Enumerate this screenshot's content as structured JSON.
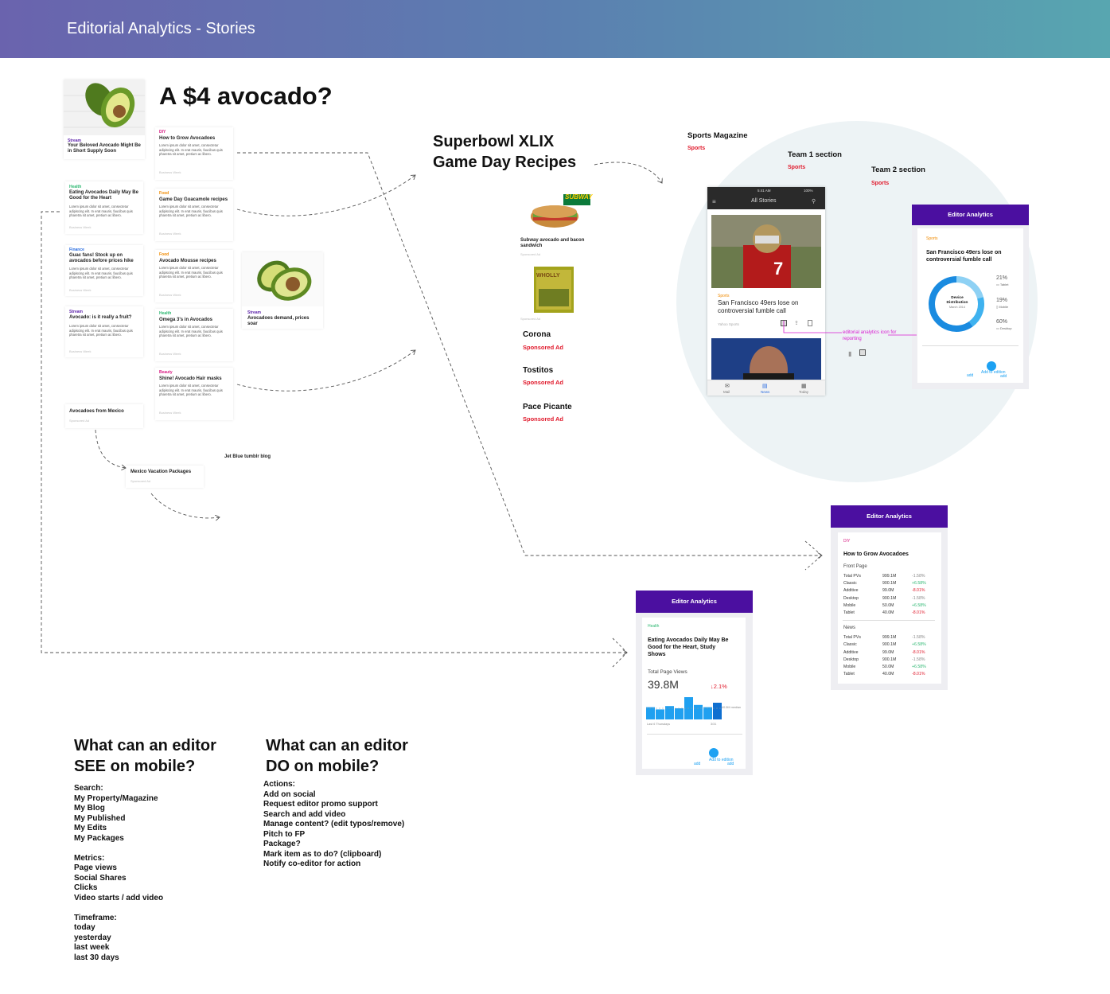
{
  "header": {
    "title": "Editorial Analytics - Stories"
  },
  "main_title": "A $4 avocado?",
  "superbowl": {
    "line1": "Superbowl XLIX",
    "line2": "Game Day Recipes"
  },
  "lorem": "Lorem ipsum dolor sit amet, consectetur adipiscing elit. In erat mauris, faucibus quis pharetra sit amet, pretium ac libero.",
  "card_footer": "Business Week",
  "stream_cards": [
    {
      "category": "Stream",
      "title": "Your Beloved Avocado Might Be in Short Supply Soon"
    },
    {
      "category": "Health",
      "title": "Eating Avocados Daily May Be Good for the Heart"
    },
    {
      "category": "Finance",
      "title": "Guac fans! Stock up on avocados before prices hike"
    },
    {
      "category": "Stream",
      "title": "Avocado: is it really a fruit?"
    },
    {
      "category": "DIY",
      "title": "How to Grow Avocadoes"
    },
    {
      "category": "Food",
      "title": "Game Day Guacamole recipes"
    },
    {
      "category": "Food",
      "title": "Avocado Mousse recipes"
    },
    {
      "category": "Health",
      "title": "Omega 3's in Avocados"
    },
    {
      "category": "Beauty",
      "title": "Shine! Avocado Hair masks"
    },
    {
      "category": "Stream",
      "title": "Avocadoes demand, prices soar"
    }
  ],
  "sponsored_cards": [
    {
      "title": "Avocadoes from Mexico",
      "label": "Sponsored Ad"
    },
    {
      "title": "Mexico Vacation Packages",
      "label": "Sponsored Ad"
    }
  ],
  "jetblue": "Jet Blue tumblr blog",
  "recipes": {
    "subway_logo": "SUBWAY",
    "subway_title": "Subway avocado and bacon sandwich",
    "subway_label": "Sponsored Ad",
    "wholly_logo": "WHOLLY",
    "wholly_label": "Sponsored Ad",
    "sponsors": [
      {
        "name": "Corona",
        "label": "Sponsored Ad"
      },
      {
        "name": "Tostitos",
        "label": "Sponsored Ad"
      },
      {
        "name": "Pace Picante",
        "label": "Sponsored Ad"
      }
    ]
  },
  "sports": {
    "magazine": "Sports Magazine",
    "magazine_cat": "Sports",
    "team1": "Team 1 section",
    "team1_cat": "Sports",
    "team2": "Team 2 section",
    "team2_cat": "Sports",
    "phone_time": "5:41 AM",
    "phone_battery": "100%",
    "phone_tab": "All Stories",
    "phone_cat": "Sports",
    "phone_story": "San Francisco 49ers lose on controversial fumble call",
    "phone_source": "Yahoo Sports",
    "nav": [
      "Mail",
      "News",
      "Today"
    ],
    "annotation": "editorial analytics icon for reporting"
  },
  "panel_device": {
    "header": "Editor Analytics",
    "category": "Sports",
    "title": "San Francisco 49ers lose on controversial fumble call",
    "donut_title": "Device Distribution",
    "donut_date": "March 2014",
    "segments": [
      {
        "pct": "21%",
        "label": "Tablet",
        "value": 21,
        "color": "#8ed1f4"
      },
      {
        "pct": "19%",
        "label": "Mobile",
        "value": 19,
        "color": "#3fb2ef"
      },
      {
        "pct": "60%",
        "label": "Desktop",
        "value": 60,
        "color": "#1a8be0"
      }
    ],
    "add": "add",
    "add_edition": "Add to edition"
  },
  "panel_grow": {
    "header": "Editor Analytics",
    "category": "DIY",
    "title": "How to Grow Avocadoes",
    "sections": [
      {
        "name": "Front Page",
        "rows": [
          {
            "label": "Total PVs",
            "value": "999.1M",
            "delta": "-1.58%"
          },
          {
            "label": "Classic",
            "value": "900.1M",
            "delta": "+6.58%"
          },
          {
            "label": "Additive",
            "value": "99.0M",
            "delta": "-8.01%"
          },
          {
            "label": "Desktop",
            "value": "900.1M",
            "delta": "-1.58%"
          },
          {
            "label": "Mobile",
            "value": "50.0M",
            "delta": "+6.58%"
          },
          {
            "label": "Tablet",
            "value": "40.0M",
            "delta": "-8.01%"
          }
        ]
      },
      {
        "name": "News",
        "rows": [
          {
            "label": "Total PVs",
            "value": "999.1M",
            "delta": "-1.58%"
          },
          {
            "label": "Classic",
            "value": "900.1M",
            "delta": "+6.58%"
          },
          {
            "label": "Additive",
            "value": "99.0M",
            "delta": "-8.01%"
          },
          {
            "label": "Desktop",
            "value": "900.1M",
            "delta": "-1.58%"
          },
          {
            "label": "Mobile",
            "value": "50.0M",
            "delta": "+6.58%"
          },
          {
            "label": "Tablet",
            "value": "40.0M",
            "delta": "-8.01%"
          }
        ]
      }
    ]
  },
  "panel_health": {
    "header": "Editor Analytics",
    "category": "Health",
    "title": "Eating Avocados Daily May Be Good for the Heart, Study Shows",
    "metric_label": "Total Page Views",
    "metric_value": "39.8M",
    "metric_delta": "↓2.1%",
    "median": "40.5M median",
    "axis_start": "Last 6 Thursdays",
    "axis_end": "3/31",
    "bars": [
      0.55,
      0.45,
      0.6,
      0.5,
      1.0,
      0.65,
      0.55,
      0.75
    ],
    "add": "add",
    "add_edition": "Add to edition"
  },
  "see": {
    "title1": "What can an editor",
    "title2": "SEE on mobile?",
    "search_head": "Search:",
    "search": [
      "My Property/Magazine",
      "My Blog",
      "My Published",
      "My Edits",
      "My Packages"
    ],
    "metrics_head": "Metrics:",
    "metrics": [
      "Page views",
      "Social Shares",
      "Clicks",
      "Video starts / add video"
    ],
    "timeframe_head": "Timeframe:",
    "timeframe": [
      "today",
      "yesterday",
      "last week",
      "last 30 days"
    ]
  },
  "do": {
    "title1": "What can an editor",
    "title2": "DO on mobile?",
    "actions_head": "Actions:",
    "actions": [
      "Add on social",
      "Request editor promo support",
      "Search and add video",
      "Manage content? (edit typos/remove)",
      "Pitch to FP",
      "Package?",
      "Mark item as to do? (clipboard)",
      "Notify co-editor for action"
    ]
  },
  "colors": {
    "accent": "#4b0fa0",
    "red": "#e0182a",
    "blue": "#1a8be0",
    "positive": "#2eb872"
  }
}
